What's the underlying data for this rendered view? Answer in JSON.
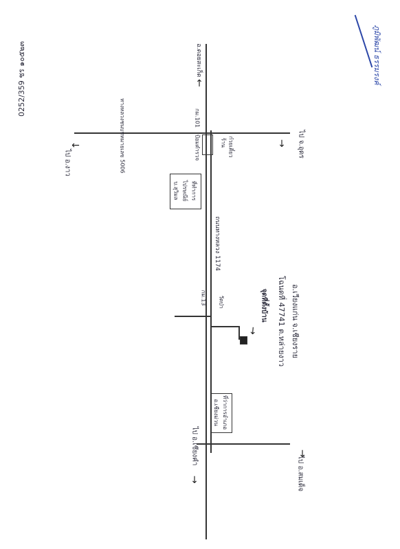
{
  "doc_number": "0252/359 ชร ๑๐๕๒๓",
  "signature": {
    "text": "ภูมิพัฒน์ ธรรมรงค์",
    "color": "#2c47a8"
  },
  "roads": {
    "top_right_label": "อ.ดอยสะเก็ด",
    "to_top_left": "ไป อ.งาว",
    "main_road_label": "ถนนทางหลวง 1174",
    "junction_top_label": "ทางหลวงชนบทหมายเลข 5006",
    "km_top": "กม.101",
    "km_mid": "กม.13",
    "to_bottom_left": "ไป อ.เชียงคำ",
    "to_bottom_right": "ไป อ.สมเด็จ",
    "to_right": "ไป จ.อุดร"
  },
  "landmarks": {
    "corner_sign": "ป้อมตำรวจ",
    "shop_label_1": "ร้าน",
    "shop_label_2": "ก๋วยเตี๋ยว",
    "office_box_1": "ที่ทำการไปรษณีย์ บ.สุวิมล",
    "office_box_2": "ที่ว่าการอำเภอ อ.เชียงม่วน",
    "junction_label": "จุดที่ตั้งบ้าน",
    "temple_label": "วัดป่า"
  },
  "address": {
    "line1": "โฉนดที่ 47741 ต.หล่ายงาว",
    "line2": "อ.เวียงแก่น จ.เชียงราย"
  }
}
